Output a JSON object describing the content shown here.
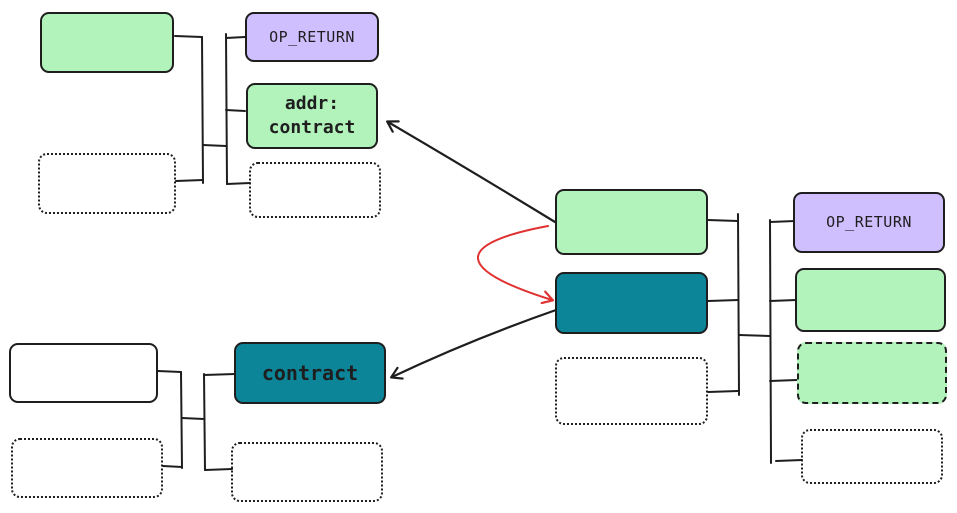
{
  "transactions": {
    "top_left": {
      "outputs": {
        "op_return": "OP_RETURN",
        "addr_output": "addr:\ncontract"
      }
    },
    "bottom_left": {
      "outputs": {
        "contract_output": "contract"
      }
    },
    "right": {
      "outputs": {
        "op_return": "OP_RETURN"
      }
    }
  },
  "colors": {
    "green": "#b2f2bb",
    "purple": "#d0bfff",
    "teal": "#0c8599",
    "ink": "#1e1e1e",
    "red_arrow": "#e03131"
  }
}
